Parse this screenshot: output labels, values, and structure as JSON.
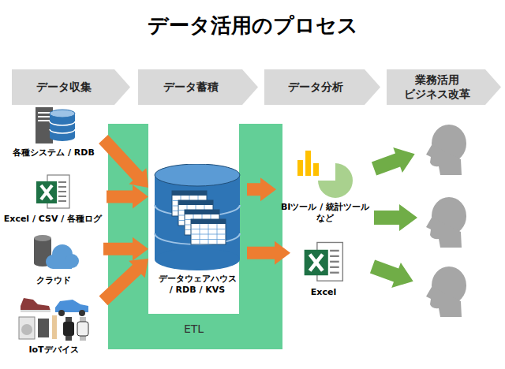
{
  "diagram": {
    "title": "データ活用のプロセス",
    "nodes": [
      {
        "text": [
          "データ収集"
        ]
      },
      {
        "text": [
          "データ蓄積"
        ]
      },
      {
        "text": [
          "データ分析"
        ]
      },
      {
        "text": [
          "業務活用 ビジネス改革"
        ]
      },
      {
        "text": [
          "各種システム / RDB"
        ]
      },
      {
        "text": [
          "Excel / CSV / 各種ログ"
        ]
      },
      {
        "text": [
          "クラウド"
        ]
      },
      {
        "text": [
          "IoTデバイス"
        ]
      },
      {
        "text": [
          "ETL"
        ]
      },
      {
        "text": [
          "データウェアハウス / RDB / KVS"
        ]
      },
      {
        "text": [
          "BIツール / 統計ツール など"
        ]
      },
      {
        "text": [
          "Excel"
        ]
      }
    ],
    "edges": [
      {
        "from": 4,
        "to": 9,
        "arrow": "to"
      },
      {
        "from": 5,
        "to": 9,
        "arrow": "to"
      },
      {
        "from": 6,
        "to": 9,
        "arrow": "to"
      },
      {
        "from": 7,
        "to": 9,
        "arrow": "to"
      },
      {
        "from": 9,
        "to": 10,
        "arrow": "to"
      },
      {
        "from": 9,
        "to": 11,
        "arrow": "to"
      }
    ]
  }
}
